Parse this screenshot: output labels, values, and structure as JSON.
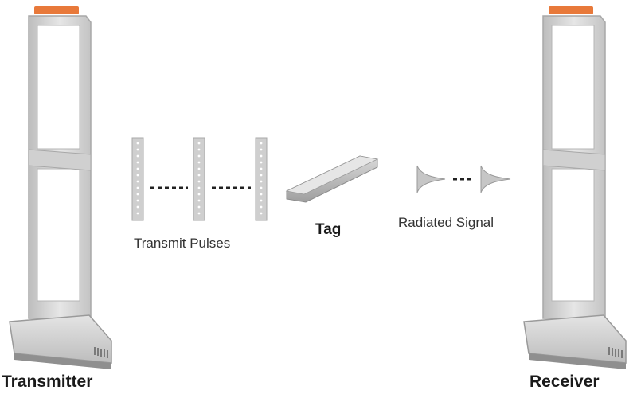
{
  "labels": {
    "transmitter": "Transmitter",
    "receiver": "Receiver",
    "transmit_pulses": "Transmit Pulses",
    "tag": "Tag",
    "radiated_signal": "Radiated Signal"
  },
  "colors": {
    "gate_body": "#d9d9d9",
    "gate_edge": "#a8a8a8",
    "gate_cap": "#e8793a",
    "base_dark": "#9a9a9a",
    "pulse_bar": "#c9c9c9",
    "dash": "#222222"
  }
}
